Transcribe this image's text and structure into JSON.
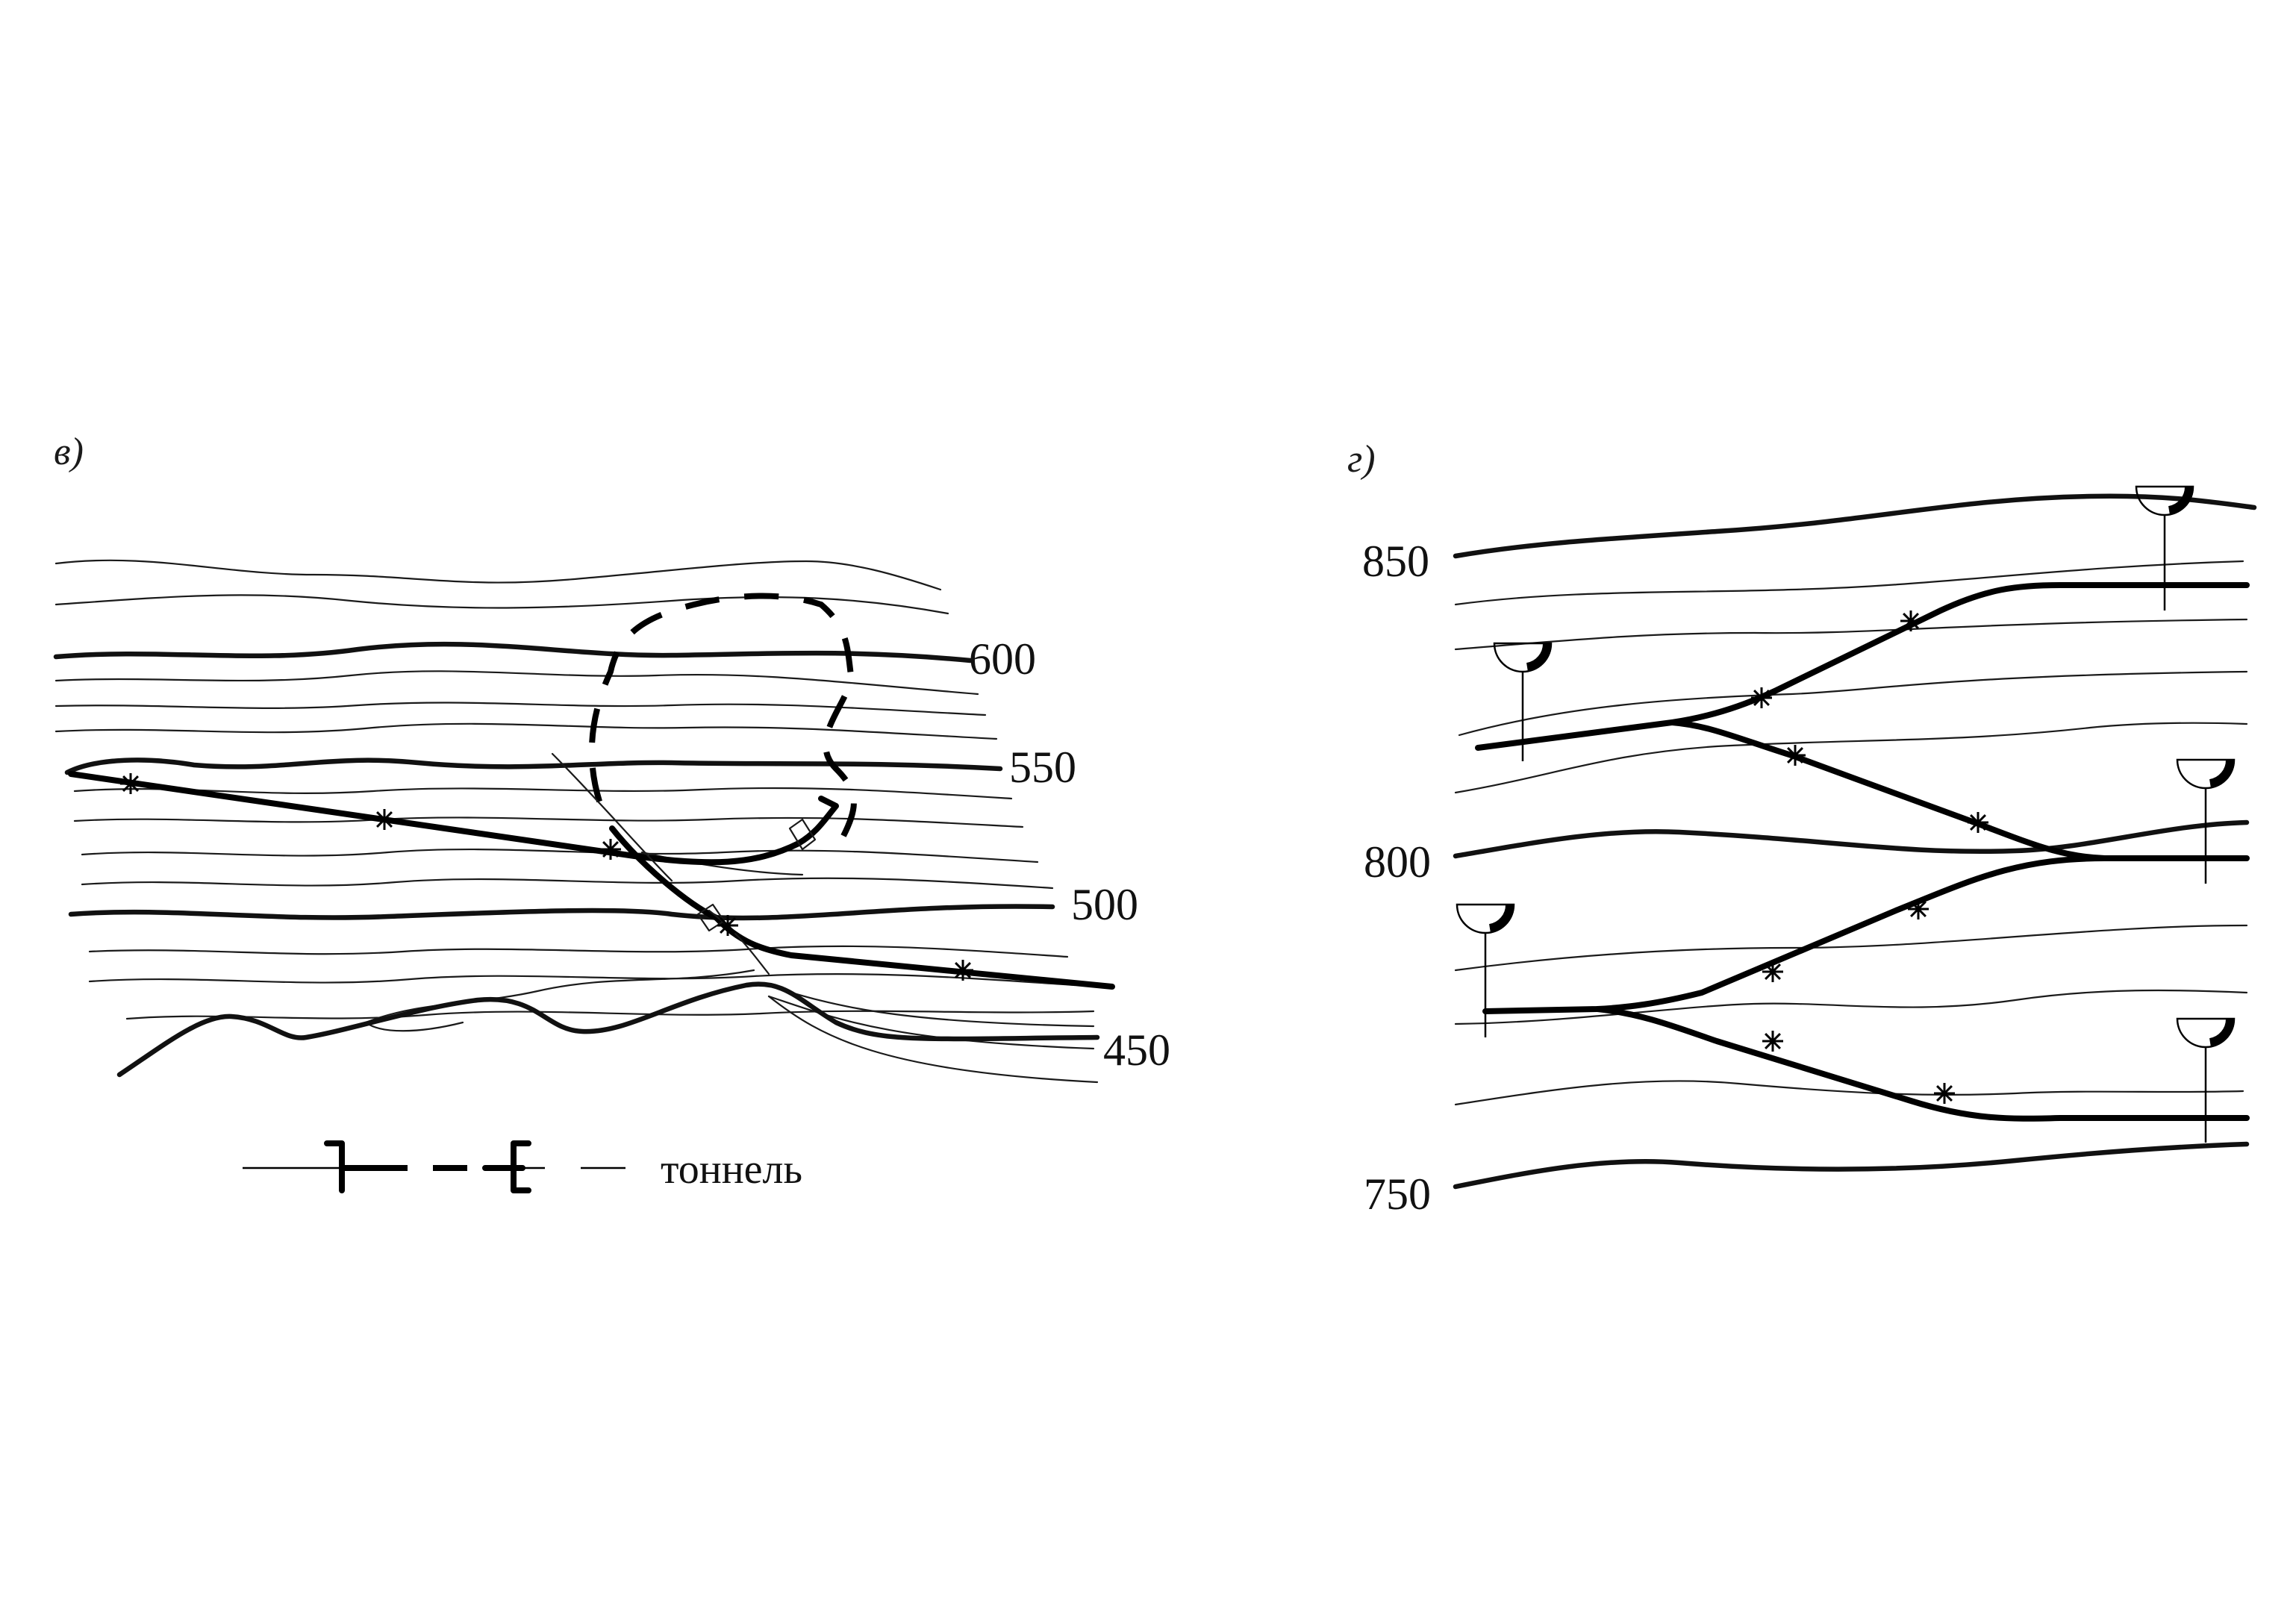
{
  "panels": {
    "left": {
      "label": "в)",
      "elevations": [
        "600",
        "550",
        "500",
        "450"
      ],
      "legend": {
        "text": "тоннель"
      }
    },
    "right": {
      "label": "г)",
      "elevations": [
        "850",
        "800",
        "750"
      ]
    }
  }
}
